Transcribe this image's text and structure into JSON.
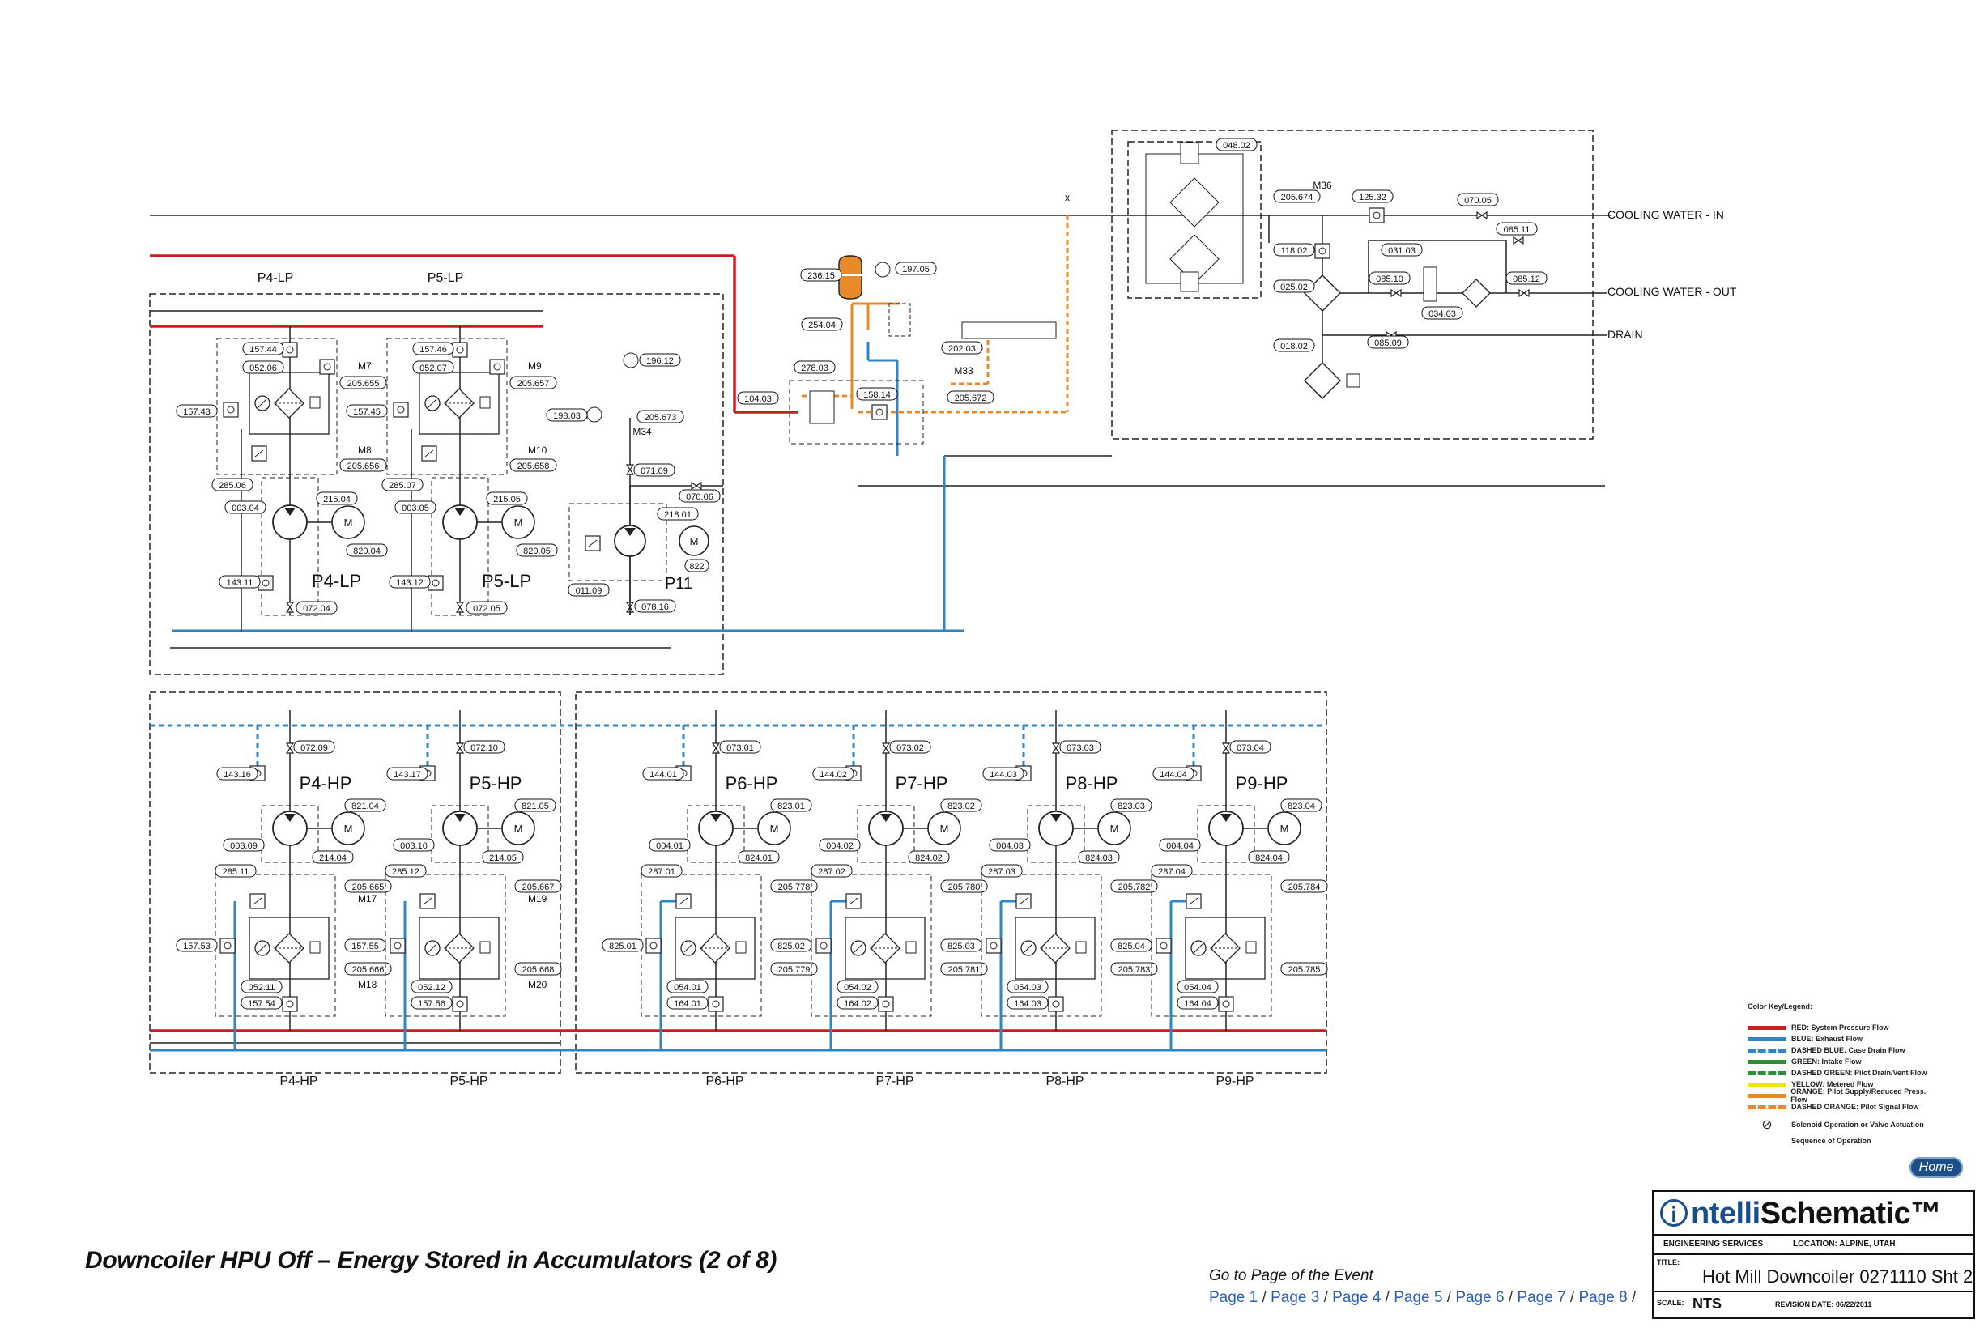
{
  "page": {
    "title": "Downcoiler HPU Off – Energy Stored in Accumulators (2 of 8)",
    "goto_label": "Go to Page of the Event",
    "page_links": [
      "Page 1",
      "Page 3",
      "Page 4",
      "Page 5",
      "Page 6",
      "Page 7",
      "Page 8"
    ],
    "home_label": "Home"
  },
  "legend": {
    "title": "Color Key/Legend:",
    "items": [
      {
        "color": "#c81e1e",
        "style": "solid",
        "label": "RED: System Pressure Flow"
      },
      {
        "color": "#2f86c3",
        "style": "solid",
        "label": "BLUE: Exhaust Flow"
      },
      {
        "color": "#2f86c3",
        "style": "dashed",
        "label": "DASHED BLUE: Case Drain Flow"
      },
      {
        "color": "#2e8b3a",
        "style": "solid",
        "label": "GREEN: Intake Flow"
      },
      {
        "color": "#2e8b3a",
        "style": "dashed",
        "label": "DASHED GREEN: Pilot Drain/Vent Flow"
      },
      {
        "color": "#f2e21a",
        "style": "solid",
        "label": "YELLOW: Metered Flow"
      },
      {
        "color": "#e8892a",
        "style": "solid",
        "label": "ORANGE: Pilot Supply/Reduced Press. Flow"
      },
      {
        "color": "#e8892a",
        "style": "dashed",
        "label": "DASHED ORANGE: Pilot Signal Flow"
      }
    ],
    "solenoid_label": "Solenoid Operation or Valve Actuation",
    "sequence_label": "Sequence of Operation"
  },
  "title_block": {
    "brand_i": "i",
    "brand_a": "ntelli",
    "brand_b": "Schematic™",
    "engineering": "ENGINEERING SERVICES",
    "location": "LOCATION: ALPINE, UTAH",
    "title_label": "TITLE:",
    "title_value": "Hot Mill Downcoiler 0271110 Sht 2",
    "scale_label": "SCALE:",
    "scale_value": "NTS",
    "revision": "REVISION DATE: 06/22/2011"
  },
  "cooling": {
    "in": "COOLING WATER - IN",
    "out": "COOLING WATER - OUT",
    "drain": "DRAIN",
    "m36": "M36",
    "x_mark": "x",
    "tags": [
      "048.02",
      "205.674",
      "125.32",
      "070.05",
      "085.11",
      "118.02",
      "031.03",
      "025.02",
      "085.10",
      "085.12",
      "034.03",
      "018.02",
      "085.09"
    ]
  },
  "accumulator": {
    "m33": "M33",
    "m34": "M34",
    "tags": [
      "236.15",
      "197.05",
      "254.04",
      "202.03",
      "278.03",
      "104.03",
      "158.14",
      "205.672",
      "196.12",
      "198.03",
      "205.673",
      "071.09",
      "070.06"
    ]
  },
  "lp_units": [
    {
      "header": "P4-LP",
      "label": "P4-LP",
      "m_top": "M7",
      "m_bot": "M8",
      "tags": {
        "top": "157.44",
        "a": "052.06",
        "b": "205.655",
        "left": "157.43",
        "right": "157.45",
        "c": "205.656",
        "relief": "285.06",
        "d": "215.04",
        "e": "003.04",
        "f": "820.04",
        "g": "143.11",
        "h": "072.04"
      }
    },
    {
      "header": "P5-LP",
      "label": "P5-LP",
      "m_top": "M9",
      "m_bot": "M10",
      "tags": {
        "top": "157.46",
        "a": "052.07",
        "b": "205.657",
        "left": "",
        "right": "",
        "c": "205.658",
        "relief": "285.07",
        "d": "215.05",
        "e": "003.05",
        "f": "820.05",
        "g": "143.12",
        "h": "072.05"
      }
    }
  ],
  "p11": {
    "label": "P11",
    "tags": [
      "218.01",
      "822",
      "011.09",
      "078.16"
    ]
  },
  "hp_units": [
    {
      "label": "P4-HP",
      "bottom": "P4-HP",
      "m_top": "M17",
      "m_bot": "M18",
      "tags": {
        "cd": "072.09",
        "ck": "143.16",
        "f": "821.04",
        "e": "003.09",
        "d": "214.04",
        "relief": "285.11",
        "b": "205.665",
        "left": "157.53",
        "right": "157.55",
        "c": "205.666",
        "a": "052.11",
        "bot": "157.54"
      }
    },
    {
      "label": "P5-HP",
      "bottom": "P5-HP",
      "m_top": "M19",
      "m_bot": "M20",
      "tags": {
        "cd": "072.10",
        "ck": "143.17",
        "f": "821.05",
        "e": "003.10",
        "d": "214.05",
        "relief": "285.12",
        "b": "205.667",
        "left": "",
        "right": "",
        "c": "205.668",
        "a": "052.12",
        "bot": "157.56"
      }
    },
    {
      "label": "P6-HP",
      "bottom": "P6-HP",
      "m_top": "",
      "m_bot": "",
      "tags": {
        "cd": "073.01",
        "ck": "144.01",
        "f": "823.01",
        "e": "004.01",
        "d": "824.01",
        "relief": "287.01",
        "b": "205.778",
        "left": "825.01",
        "right": "825.02",
        "c": "205.779",
        "a": "054.01",
        "bot": "164.01"
      }
    },
    {
      "label": "P7-HP",
      "bottom": "P7-HP",
      "m_top": "",
      "m_bot": "",
      "tags": {
        "cd": "073.02",
        "ck": "144.02",
        "f": "823.02",
        "e": "004.02",
        "d": "824.02",
        "relief": "287.02",
        "b": "205.780",
        "left": "",
        "right": "825.03",
        "c": "205.781",
        "a": "054.02",
        "bot": "164.02"
      }
    },
    {
      "label": "P8-HP",
      "bottom": "P8-HP",
      "m_top": "",
      "m_bot": "",
      "tags": {
        "cd": "073.03",
        "ck": "144.03",
        "f": "823.03",
        "e": "004.03",
        "d": "824.03",
        "relief": "287.03",
        "b": "205.782",
        "left": "",
        "right": "825.04",
        "c": "205.783",
        "a": "054.03",
        "bot": "164.03"
      }
    },
    {
      "label": "P9-HP",
      "bottom": "P9-HP",
      "m_top": "",
      "m_bot": "",
      "tags": {
        "cd": "073.04",
        "ck": "144.04",
        "f": "823.04",
        "e": "004.04",
        "d": "824.04",
        "relief": "287.04",
        "b": "205.784",
        "left": "",
        "right": "",
        "c": "205.785",
        "a": "054.04",
        "bot": "164.04"
      }
    }
  ],
  "motor_letter": "M",
  "colors": {
    "pressure": "#c81e1e",
    "exhaust": "#2f86c3",
    "pilot": "#e8892a",
    "line": "#222222",
    "box": "#333333"
  }
}
